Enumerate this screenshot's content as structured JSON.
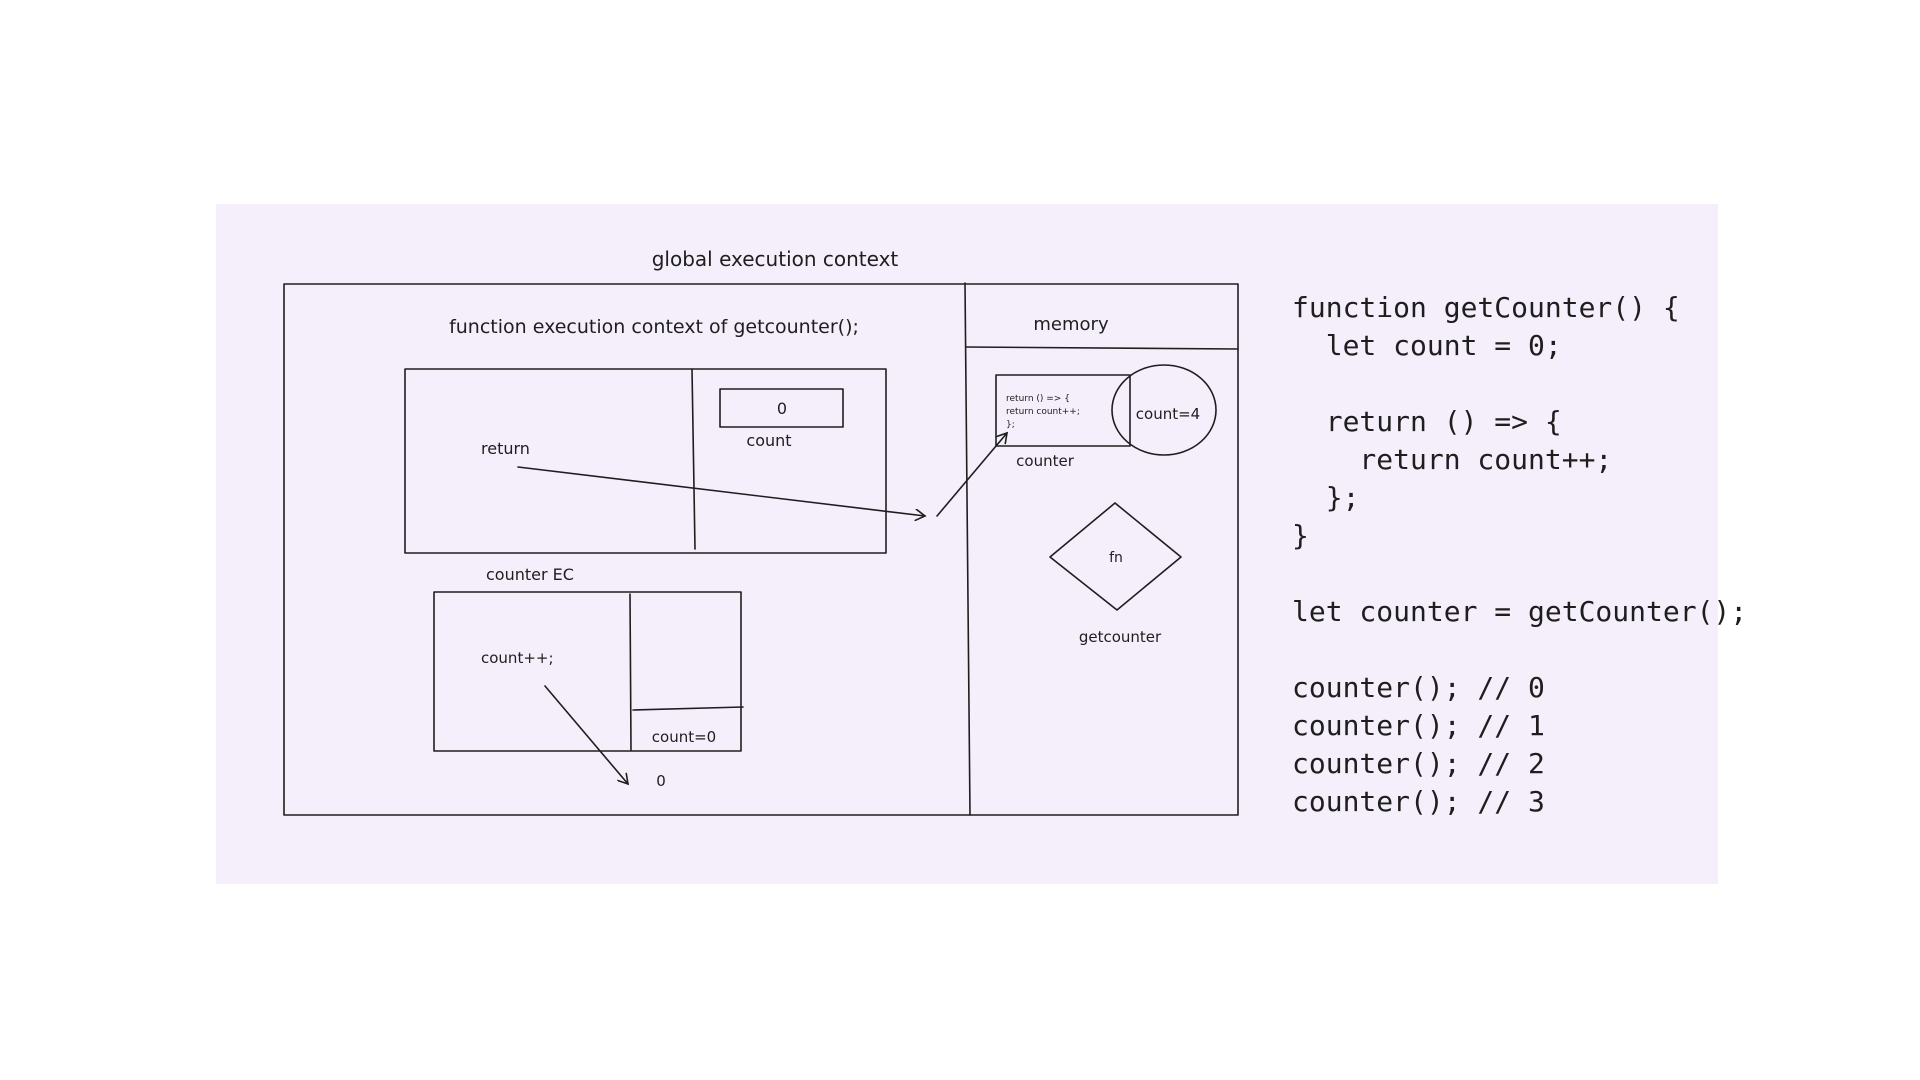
{
  "labels": {
    "global_context": "global execution context",
    "function_context": "function execution context of getcounter();",
    "memory": "memory",
    "return_label": "return",
    "count_value": "0",
    "count_label": "count",
    "counter_ec": "counter EC",
    "count_increment": "count++;",
    "count_zero": "count=0",
    "result_zero": "0",
    "closure_code": [
      "return () => {",
      "   return count++;",
      " };"
    ],
    "closure_count": "count=4",
    "counter_label": "counter",
    "fn_label": "fn",
    "getcounter_label": "getcounter"
  },
  "code_lines": [
    "function getCounter() {",
    "  let count = 0;",
    "",
    "  return () => {",
    "    return count++;",
    "  };",
    "}",
    "",
    "let counter = getCounter();",
    "",
    "counter(); // 0",
    "counter(); // 1",
    "counter(); // 2",
    "counter(); // 3"
  ],
  "colors": {
    "background": "#f5eefb",
    "stroke": "#1e1e1e"
  }
}
